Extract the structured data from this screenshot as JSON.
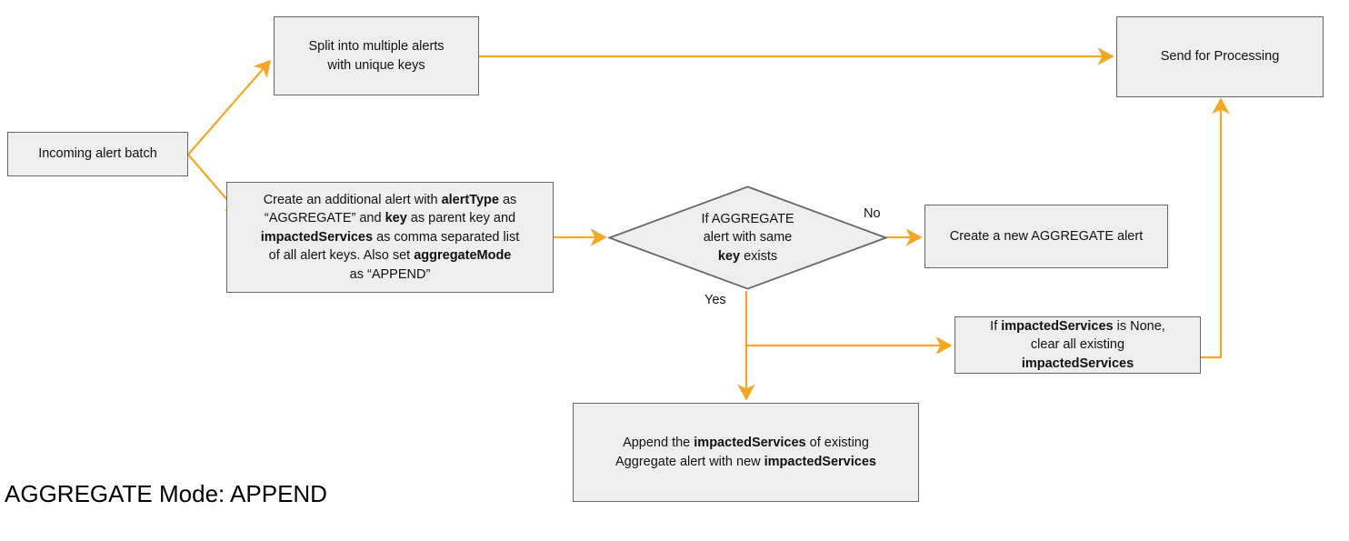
{
  "diagram": {
    "title": "AGGREGATE Mode: APPEND",
    "accent_color": "#f5a623",
    "node_fill": "#eeeeee",
    "node_border": "#666666",
    "nodes": {
      "incoming": {
        "label": "Incoming alert batch"
      },
      "split": {
        "line1": "Split into multiple alerts",
        "line2": "with unique keys"
      },
      "send": {
        "label": "Send for Processing"
      },
      "create_additional": {
        "line1_a": "Create an additional alert with ",
        "line1_b": "alertType",
        "line1_c": " as",
        "line2_a": "“AGGREGATE” and ",
        "line2_b": "key",
        "line2_c": " as parent key and",
        "line3_a": "impactedServices",
        "line3_b": " as comma separated list",
        "line4_a": "of all alert keys. Also set ",
        "line4_b": "aggregateMode",
        "line5_a": "as “APPEND”"
      },
      "decision": {
        "line1": "If AGGREGATE",
        "line2": "alert with same",
        "line3_a": "key",
        "line3_b": " exists"
      },
      "create_new": {
        "label": "Create a new AGGREGATE alert"
      },
      "clear_existing": {
        "line1_a": "If ",
        "line1_b": "impactedServices",
        "line1_c": " is None,",
        "line2": "clear all existing",
        "line3": "impactedServices"
      },
      "append": {
        "line1_a": "Append the ",
        "line1_b": "impactedServices",
        "line1_c": " of existing",
        "line2_a": "Aggregate alert with new ",
        "line2_b": "impactedServices"
      }
    },
    "edge_labels": {
      "no": "No",
      "yes": "Yes"
    }
  }
}
